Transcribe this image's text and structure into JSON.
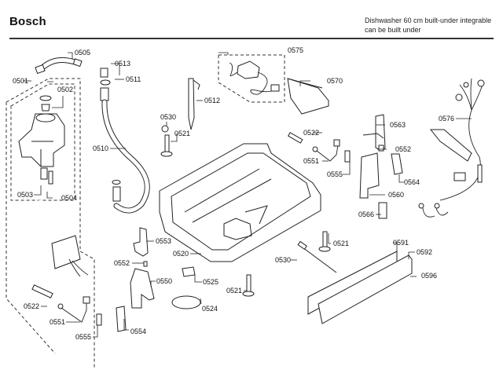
{
  "header": {
    "brand": "Bosch",
    "subtitle_line1": "Dishwasher 60 cm built-under integrable",
    "subtitle_line2": "can be built under"
  },
  "diagram": {
    "type": "exploded-parts-diagram",
    "part_labels": [
      {
        "id": "p0505",
        "text": "0505"
      },
      {
        "id": "p0513",
        "text": "0513"
      },
      {
        "id": "p0511",
        "text": "0511"
      },
      {
        "id": "p0575",
        "text": "0575"
      },
      {
        "id": "p0570",
        "text": "0570"
      },
      {
        "id": "p0501",
        "text": "0501"
      },
      {
        "id": "p0502",
        "text": "0502"
      },
      {
        "id": "p0512",
        "text": "0512"
      },
      {
        "id": "p0530a",
        "text": "0530"
      },
      {
        "id": "p0521a",
        "text": "0521"
      },
      {
        "id": "p0510",
        "text": "0510"
      },
      {
        "id": "p0522a",
        "text": "0522"
      },
      {
        "id": "p0563",
        "text": "0563"
      },
      {
        "id": "p0576",
        "text": "0576"
      },
      {
        "id": "p0552a",
        "text": "0552"
      },
      {
        "id": "p0551a",
        "text": "0551"
      },
      {
        "id": "p0555a",
        "text": "0555"
      },
      {
        "id": "p0564",
        "text": "0564"
      },
      {
        "id": "p0560",
        "text": "0560"
      },
      {
        "id": "p0503",
        "text": "0503"
      },
      {
        "id": "p0504",
        "text": "0504"
      },
      {
        "id": "p0566",
        "text": "0566"
      },
      {
        "id": "p0621",
        "text": "0521"
      },
      {
        "id": "p0553",
        "text": "0553"
      },
      {
        "id": "p0591",
        "text": "0591"
      },
      {
        "id": "p0592",
        "text": "0592"
      },
      {
        "id": "p0520",
        "text": "0520"
      },
      {
        "id": "p0552b",
        "text": "0552"
      },
      {
        "id": "p0530b",
        "text": "0530"
      },
      {
        "id": "p0596",
        "text": "0596"
      },
      {
        "id": "p0550",
        "text": "0550"
      },
      {
        "id": "p0525",
        "text": "0525"
      },
      {
        "id": "p0521b",
        "text": "0521"
      },
      {
        "id": "p0524",
        "text": "0524"
      },
      {
        "id": "p0522b",
        "text": "0522"
      },
      {
        "id": "p0551b",
        "text": "0551"
      },
      {
        "id": "p0554",
        "text": "0554"
      },
      {
        "id": "p0555b",
        "text": "0555"
      }
    ]
  }
}
